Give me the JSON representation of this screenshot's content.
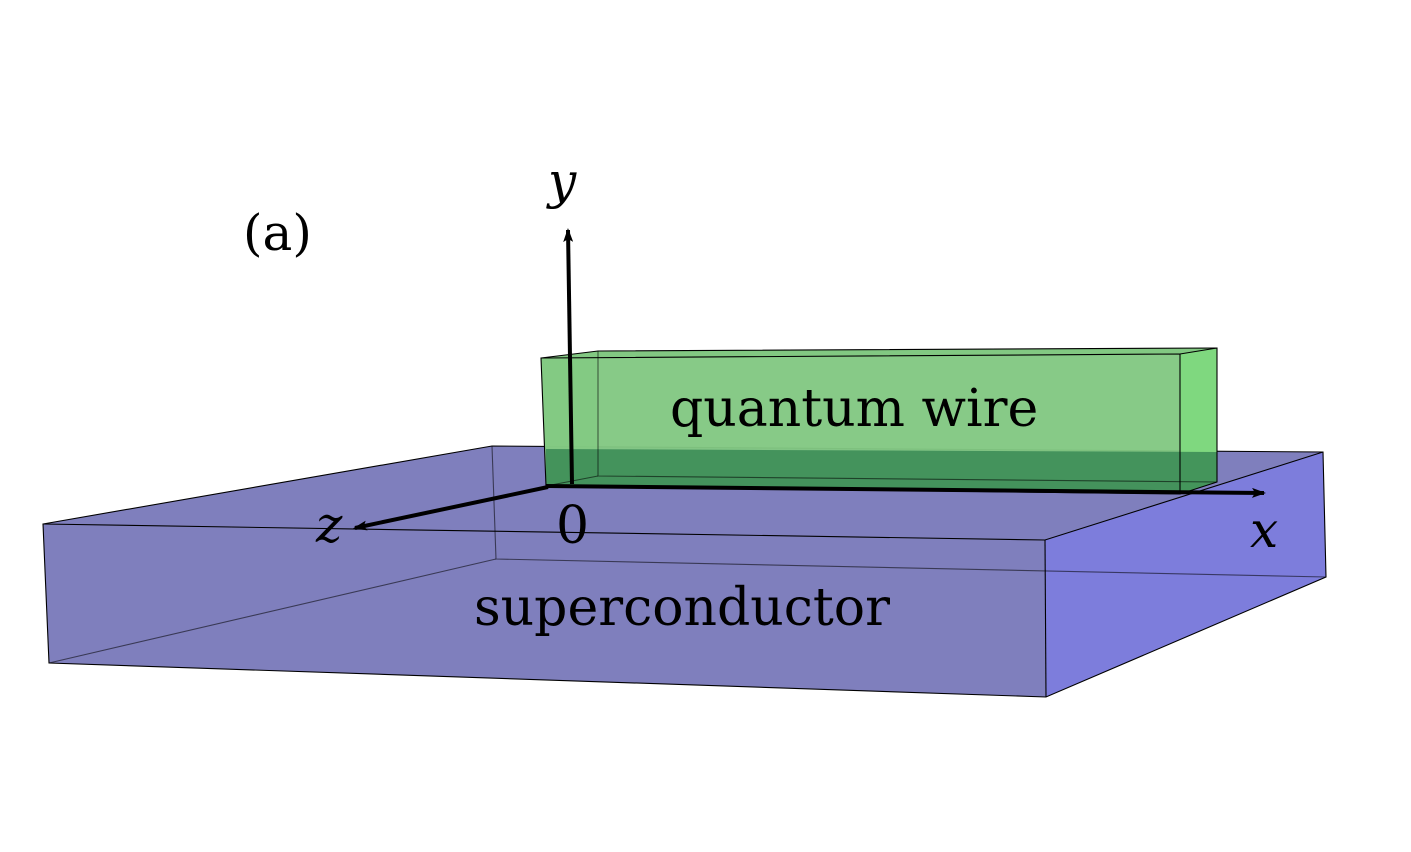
{
  "panel_label": "(a)",
  "axes": {
    "x_label": "x",
    "y_label": "y",
    "z_label": "z",
    "origin_label": "0"
  },
  "bodies": {
    "wire_label": "quantum wire",
    "substrate_label": "superconductor"
  },
  "colors": {
    "substrate_side": "#7d7ddc",
    "substrate_top": "#7f7fbd",
    "wire_face": "#82c882",
    "wire_end": "#7fd87f",
    "wire_shadow": "#3a8a55",
    "axis": "#000000"
  }
}
